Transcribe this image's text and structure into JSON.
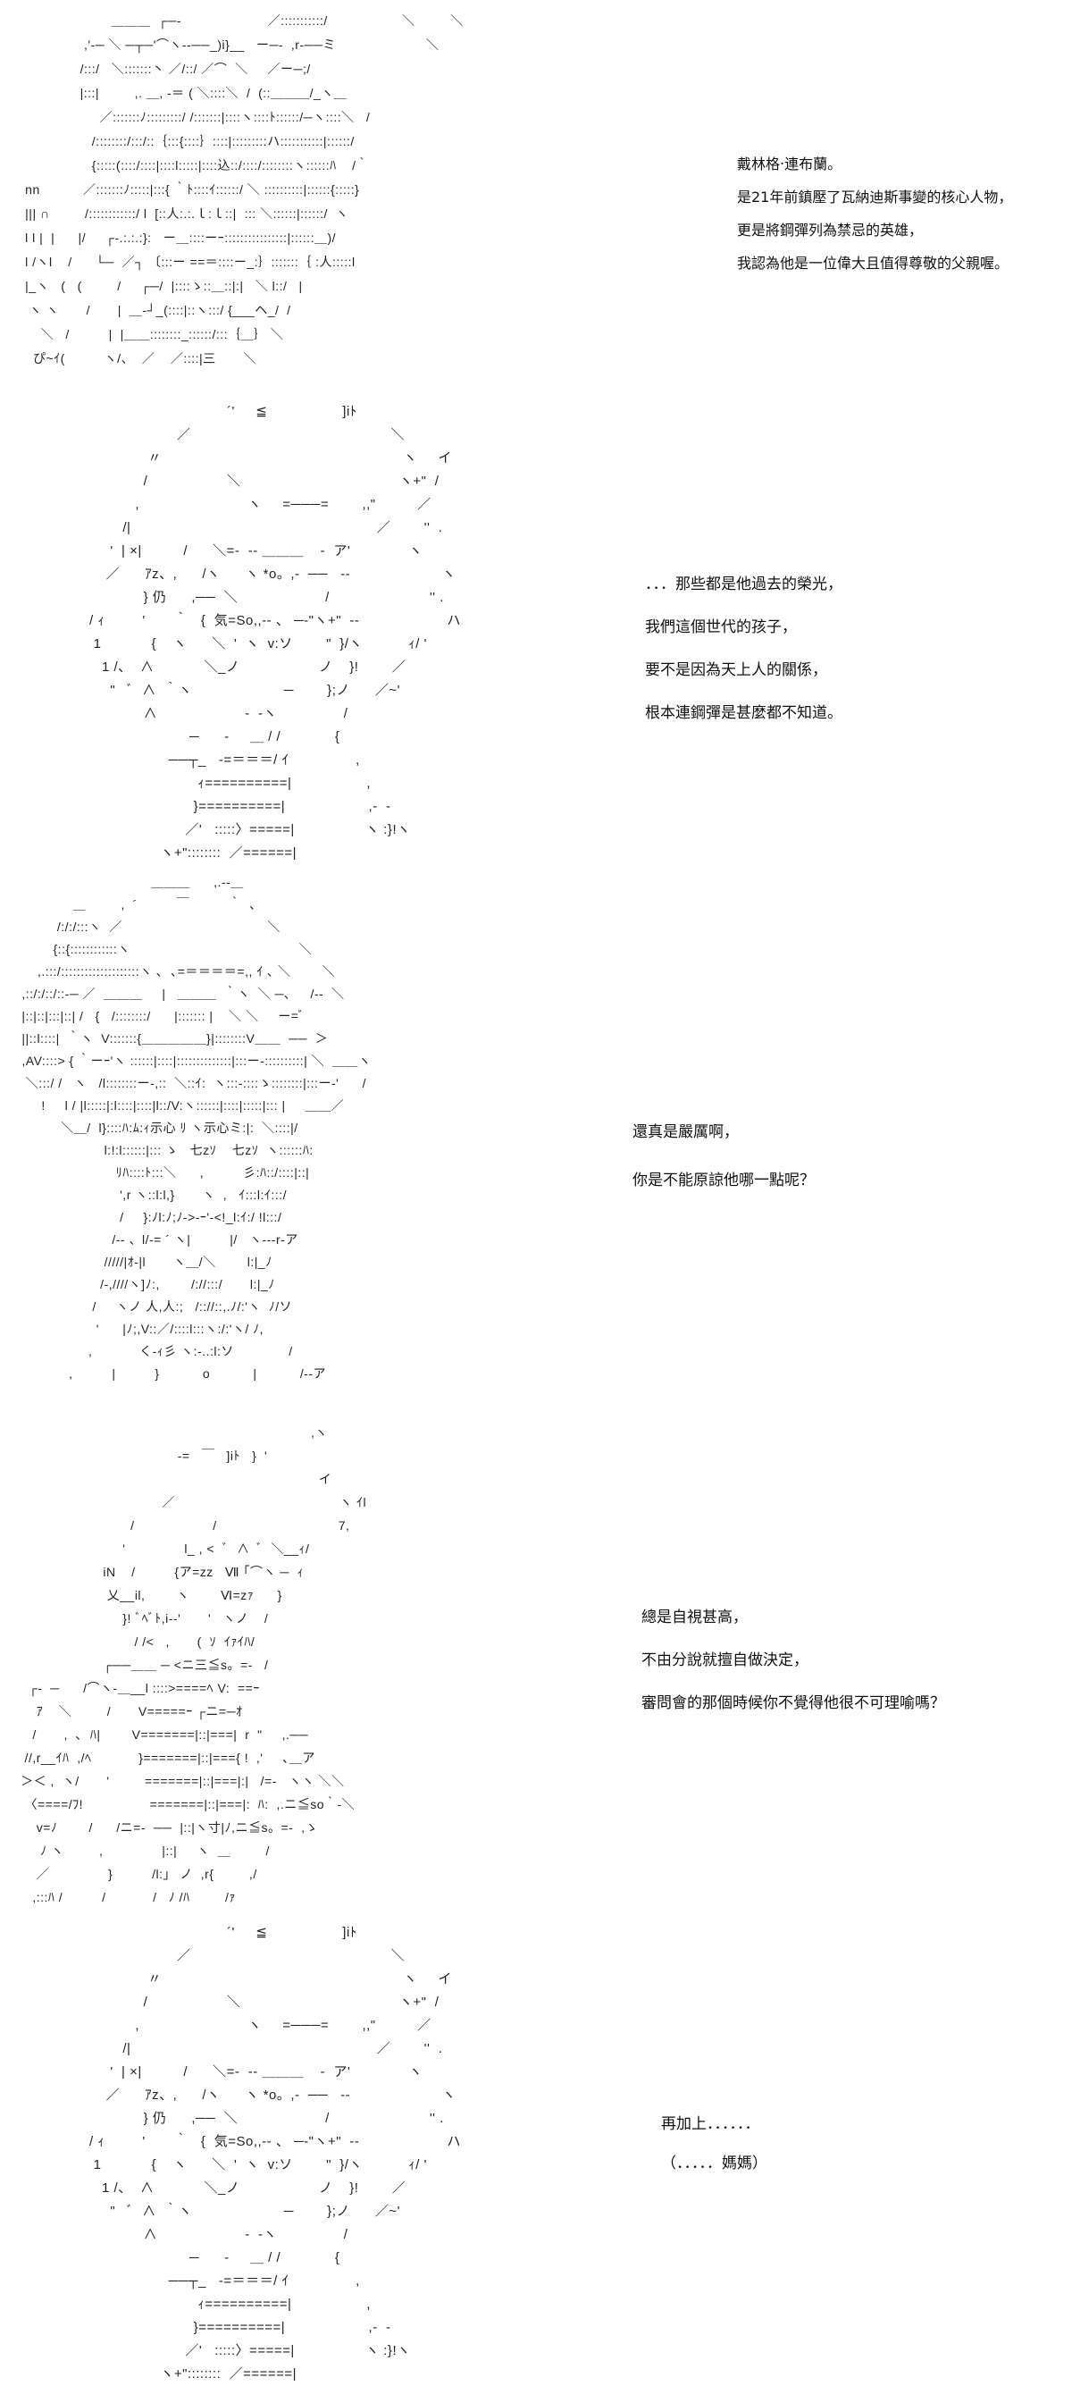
{
  "panels": [
    {
      "art": [
        "                         ＿＿＿  ┌─‐                      ／:::::::::::/                   ＼         ＼",
        "                  ,'‐─ ＼ ─┬─'⌒ヽ-‐──_)i}__   ー─‐  ,r‐──ミ                       ＼",
        "                 /:::/   ＼:::::::丶 ／/::/ ／⌒  ＼     ／ー─;/",
        "                 |:::|         ,. ＿, -＝ ( ＼::::＼  /  (::＿＿＿/_ヽ＿",
        "                      ／:::::::ﾉ:::::::::/ /:::::::|::::ヽ::::ﾄ::::::/─ヽ::::＼   /",
        "                    /::::::::/:::/::｛:::{::::｝::::|:::::::::ハ:::::::::::|::::::/",
        "                    {:::::(::::/::::|::::l:::::|::::込::/::::/::::::::ヽ::::::ﾊ    /｀",
        "   nn           ／:::::::ﾉ:::::|:::{ ｀ﾄ::::ｲ::::::/ ＼ ::::::::::|::::::{:::::}",
        "   ||| ∩         /::::::::::::/ l  [::人:.:.ｌ:ｌ::|  ::: ＼::::::|::::::/  ヽ",
        "   l l |  |      |/     ┌‐.:.:.:}:   ー＿::::ーｰ::::::::::::::::|::::::＿)/",
        "   l /ヽl    /      └─  ／┐ 〔:::ー ==＝::::ー_:｝:::::::｛ :人:::::l",
        "   |_ヽ   (   (         /     ┌─/  |::::ゝ::＿::|:|   ＼ l::/   |",
        "    ヽ ヽ       /       |  ＿‐┘_(::::|::ヽ:::/ {___ヘ_/  /",
        "       ＼   /          |  |＿＿::::::::_::::::/:::｛＿｝ ＼",
        "     ぴ~ｲ(          ヽ/、  ／    ／::::|三       ＼"
      ]
    },
    {
      "art": [
        "                                 ´'     ≦                  ]iﾄ",
        "                     ／                                                ＼",
        "              〃                                                          ヽ     イ",
        "             /                   ＼                                      ヽ+\"  /",
        "           ,                          ヽ     =───=        ,,\"          ／",
        "        /|                                                           ／        ''  .",
        "     '  | ×|          /      ＼=-  -- ＿＿＿    -  ア'              ヽ",
        "    ／      ｱz、,      /ヽ      ヽ *o。,-  ──   --                      ヽ",
        "             } 仍      ,──  ＼                     /                        '' .",
        "/ ｨ         '       ｀   {  気=So,,-- 、 ─-\"ヽ+\"  --                     ハ",
        " 1            {    ヽ      ＼  '  ヽ  v:ソ        \"  }/ヽ           ｨ/ '",
        "   1 /、  ∧            ＼_ノ                   ノ    }!        ／",
        "     \"   ﾞ  ∧  ｀ヽ                      ─        };ノ      ／~'",
        "             ∧                     -  -ヽ                /",
        "                        ─      -     ＿ / /             {",
        "                   ──┬_   -=＝＝＝/ ｲ                ,",
        "                          ｨ==========|                  ,",
        "                         }==========|                    ,-  -",
        "                       ／'   :::::〉=====|                 ヽ :}!ヽ",
        "                 ヽ+\"::::::::  ／======|"
      ]
    },
    {
      "art": [
        "                                  ＿＿＿      ,.--＿",
        "              ＿         ,  ´          ￣          ｀  ､",
        "          /:/:/:::ヽ  ／                                     ＼",
        "         {::{::::::::::::ヽ                                           ＼",
        "     ,.:::/::::::::::::::::::::ヽ ､  ､=＝＝＝＝=,, ｲ ､ ＼        ＼",
        " ,::/:/::/::-─ ／  ＿＿＿     |   ＿＿＿  ｀ヽ  ＼ ─､     /--  ＼",
        " |::|::|:::|::| /   {   /::::::::/      |::::::: |    ＼ ＼     ー=ﾞ",
        " ||::l::::|  ｀ヽ  V:::::::{＿＿＿＿＿}|::::::::V＿＿  ──  ＞",
        " ,AV::::> { ｀ーｰ'ヽ ::::::|::::|::::::::::::::|:::ー-::::::::::| ＼  ＿＿ヽ",
        "  ＼:::/ /   ヽ   /l::::::::ー-,::  ＼::ｲ:  ヽ:::-::::ゝ::::::::|:::ー-'      /",
        "      !     l / |l:::::|:l::::|::::|l::/V:ヽ::::::|::::|:::::|::: |     ＿＿／",
        "           ＼＿/  l}::::ﾊ:ﾑ:ｨ示心 ﾘ ヽ示心ミ:|:  ＼::::|/",
        "                      l:!:l::::::|::: ゝ   七zｿ    七zｿ  ヽ::::::ﾊ:",
        "                         ﾘﾊ::::ﾄ:::＼      ,          彡:ﾊ::/::::|::|",
        "                          ',r ヽ::l:l,}       ヽ  ,   ｲ:::l:ｲ:::/",
        "                          /     }:ﾉl:ﾉ;ﾉ->-ｰ'-<!_l:ｲ:/ !l:::/",
        "                        /-‐ 、l/-= ´ ヽ|          |/   ヽ---r‐ア",
        "                      /////|ｵ-|l       ヽ＿/＼        l:|_ﾉ",
        "                     /-,////ヽ]ﾉ:,        /://:::/       l:|_ﾉ",
        "                   /     ヽノ 人,人:;   /:://::,.ﾉ/:'ヽ  ﾉ/ソ",
        "                    '      |ﾉ;,V::／/::::l:::ヽ:/:'ヽ/ ﾉ,",
        "                  ,            く-ｨ彡 ヽ:-..:l:ソ              /",
        "             ,          |          }           o           |           /--ア"
      ]
    },
    {
      "art": [
        "                                                                             ,ヽ",
        "                                           -=   ￣   ]iﾄ   }  '",
        "                                                                               イ",
        "                                       ／                                          ヽ ｲl",
        "                               /                    /                               7,",
        "                             '               l_ , <  ﾞ  ∧  ﾞ  ＼__ｨ/",
        "                        iN    /          {ア=zz   Ⅶ ｢⌒ヽ ─  ｨ",
        "                         乂__il,        ヽ        Ⅵ=zｧ      }",
        "                             }! ﾞﾍﾞﾄ,i--'       '   ヽノ    /",
        "                                / /<   ,       (  ｿ  ｲｧｲﾊ/",
        "                        ┌──＿＿ ─ <ニ三≦s。=-   /",
        "     ┌‐  ─      /⌒ヽ-＿__l ::::>====ﾍ V:  ==ｰ",
        "       ｱ    ＼         /       V=====ｰ ┌ニ=─ｵ",
        "      /       ,  ､  ﾊ|        V=======|::|===|  r  \"     ,.──",
        "    //,r__ｲﾊ  ,/ﾍ            }=======|::|==={ !  ,'     ､＿ア",
        "   ＞＜ ,  ヽ/       '         =======|::|===|:|   /=-   ヽヽ ＼＼",
        "    〈====/ﾌ!                 =======|::|===|:  ﾊ:  ,.ニ≦so｀-＼",
        "       v=ﾉ        /      /ニ=-  ──  |::|ヽ寸|ﾉ,ニ≦s。=-  ,ゝ",
        "        ﾉ ヽ         ,               |::|     ヽ  ＿         /",
        "       ／               }          /l:」 ノ  ,r{         ,/",
        "      ,:::ﾊ /          /            /   ﾉ /ﾊ         /ｧ"
      ]
    },
    {
      "art": [
        "                                 ´'     ≦                  ]iﾄ",
        "                     ／                                                ＼",
        "              〃                                                          ヽ     イ",
        "             /                   ＼                                      ヽ+\"  /",
        "           ,                          ヽ     =───=        ,,\"          ／",
        "        /|                                                           ／        ''  .",
        "     '  | ×|          /      ＼=-  -- ＿＿＿    -  ア'              ヽ",
        "    ／      ｱz、,      /ヽ      ヽ *o。,-  ──   --                      ヽ",
        "             } 仍      ,──  ＼                     /                        '' .",
        "/ ｨ         '       ｀   {  気=So,,-- 、 ─-\"ヽ+\"  --                     ハ",
        " 1            {    ヽ      ＼  '  ヽ  v:ソ        \"  }/ヽ           ｨ/ '",
        "   1 /、  ∧            ＼_ノ                   ノ    }!        ／",
        "     \"   ﾞ  ∧  ｀ヽ                      ─        };ノ      ／~'",
        "             ∧                     -  -ヽ                /",
        "                        ─      -     ＿ / /             {",
        "                   ──┬_   -=＝＝＝/ ｲ                ,",
        "                          ｨ==========|                  ,",
        "                         }==========|                    ,-  -",
        "                       ／'   :::::〉=====|                 ヽ :}!ヽ",
        "                 ヽ+\"::::::::  ／======|"
      ]
    }
  ],
  "dialogues": [
    [
      "戴林格‧連布蘭。",
      "是21年前鎮壓了瓦納迪斯事變的核心人物，",
      "更是將鋼彈列為禁忌的英雄，",
      "我認為他是一位偉大且值得尊敬的父親喔。"
    ],
    [
      "．．．那些都是他過去的榮光，",
      "我們這個世代的孩子，",
      "要不是因為天上人的關係，",
      "根本連鋼彈是甚麼都不知道。"
    ],
    [
      "還真是嚴厲啊，",
      "你是不能原諒他哪一點呢？"
    ],
    [
      "總是自視甚高，",
      "不由分說就擅自做決定，",
      "審問會的那個時候你不覺得他很不可理喻嗎？"
    ],
    [
      "再加上．．．．．．",
      "（．．．．．媽媽）"
    ]
  ]
}
